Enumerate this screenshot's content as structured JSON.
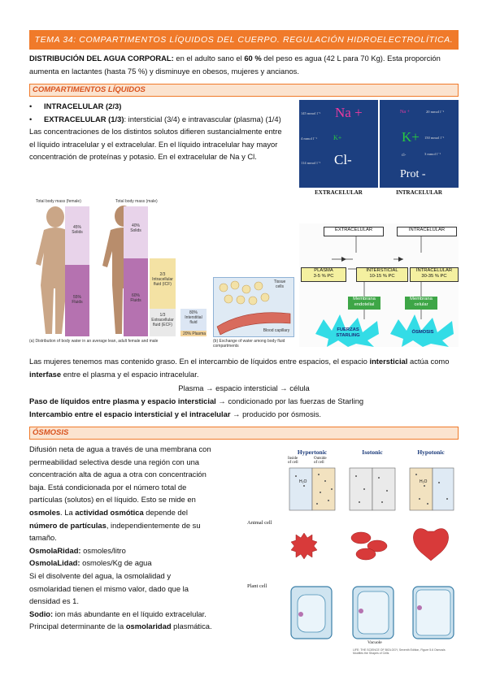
{
  "header": {
    "title": "TEMA 34: COMPARTIMENTOS LÍQUIDOS DEL CUERPO. REGULACIÓN HIDROELECTROLÍTICA."
  },
  "intro": {
    "bold_label": "DISTRIBUCIÓN DEL AGUA CORPORAL:",
    "text_a": " en el adulto sano el ",
    "bold_pct": "60 %",
    "text_b": " del peso es agua (42 L para 70 Kg). Esta proporción aumenta en lactantes (hasta 75 %) y disminuye en obesos, mujeres y ancianos."
  },
  "compartimentos": {
    "heading": "COMPARTIMENTOS LÍQUIDOS",
    "bullet1_bold": "INTRACELULAR (2/3)",
    "bullet2_bold": "EXTRACELULAR (1/3)",
    "bullet2_text": ": intersticial (3/4) e intravascular (plasma) (1/4)",
    "paragraph": "Las concentraciones de los distintos solutos difieren sustancialmente entre el líquido intracelular y el extracelular. En el líquido intracelular hay mayor concentración de proteínas y potasio. En el extracelular de Na y Cl.",
    "after1_a": "Las mujeres tenemos mas contenido graso. En el intercambio de líquidos entre espacios, el espacio ",
    "after1_bold1": "intersticial",
    "after1_b": " actúa como ",
    "after1_bold2": "interfase",
    "after1_c": " entre el plasma y el espacio intracelular.",
    "flow_line": "Plasma →  espacio intersticial → célula",
    "paso_bold": "Paso de líquidos entre plasma y espacio intersticial",
    "paso_text": " → condicionado por las fuerzas de Starling",
    "inter_bold": "Intercambio entre el espacio intersticial y el intracelular",
    "inter_text": " → producido por ósmosis."
  },
  "ions_figure": {
    "na_conc": "145 mmol l⁻¹",
    "na": "Na +",
    "k_conc_left": "4 mmol l⁻¹",
    "k_small": "K+",
    "cl_conc": "114 mmol l⁻¹",
    "cl": "Cl-",
    "na_small": "Na +",
    "na_right_conc": "20 mmol l⁻¹",
    "k": "K+",
    "k_right_conc": "150 mmol l⁻¹",
    "cl_small": "cl-",
    "cl_right_conc": "3 mmol l⁻¹",
    "prot": "Prot -",
    "label_extra": "EXTRACELULAR",
    "label_intra": "INTRACELULAR"
  },
  "body_figure": {
    "female_title": "Total body mass (female)",
    "male_title": "Total body mass (male)",
    "female_solids": "45%\nSolids",
    "female_fluids": "55%\nFluids",
    "male_solids": "40%\nSolids",
    "male_fluids": "60%\nFluids",
    "icf": "2/3\nIntracellular\nfluid (ICF)",
    "ecf": "1/3\nExtracellular\nfluid (ECF)",
    "interstitial": "80%\nInterstitial\nfluid",
    "plasma": "20% Plasma",
    "tissue_cells": "Tissue\ncells",
    "blood_capillary": "Blood capillary",
    "caption_a": "(a) Distribution of body water in an average lean, adult female and male",
    "caption_b": "(b) Exchange of water among body fluid compartments"
  },
  "compartment_diagram": {
    "extracelular": "EXTRACELULAR",
    "intracelular": "INTRACELULAR",
    "plasma": "PLASMA\n3-5 % PC",
    "interstitial": "INTERSTICIAL\n10-15 % PC",
    "intracelular_box": "INTRACELULAR\n30-35 % PC",
    "membrana_endotelial": "Membrana\nendotelial",
    "membrana_celular": "Membrana\ncelular",
    "fuerzas": "FUERZAS\nSTARLING",
    "osmosis": "ÓSMOSIS"
  },
  "osmosis": {
    "heading": "ÓSMOSIS",
    "p1": "Difusión neta de agua a través de una membrana con permeabilidad selectiva desde una región con una concentración alta de agua a otra con concentración baja. Está condicionada por el número total de partículas (solutos) en el líquido. Esto se mide en ",
    "p1_bold": "osmoles",
    "p1_b": ". La ",
    "p1_bold2": "actividad osmótica",
    "p1_c": " depende del ",
    "p1_bold3": "número de partículas",
    "p1_d": ", independientemente de su tamaño.",
    "osmolaridad_label": "OsmolaRidad:",
    "osmolaridad_text": " osmoles/litro",
    "osmolalidad_label": "OsmolaLidad:",
    "osmolalidad_text": " osmoles/Kg de agua",
    "p2": "Si el disolvente del agua, la osmolalidad y osmolaridad tienen el mismo valor, dado que la densidad es 1.",
    "sodio_label": "Sodio:",
    "sodio_text": " ion más abundante en el líquido extracelular. Principal determinante de la ",
    "sodio_bold": "osmolaridad",
    "sodio_end": " plasmática."
  },
  "osmosis_figure": {
    "hypertonic": "Hypertonic",
    "isotonic": "Isotonic",
    "hypotonic": "Hypotonic",
    "inside": "Inside\nof cell",
    "outside": "Outside\nof cell",
    "h2o": "H₂O",
    "animal_cell": "Animal cell",
    "plant_cell": "Plant cell",
    "vacuole": "Vacuole",
    "credit": "LIFE: THE SCIENCE OF BIOLOGY, Seventh Edition, Figure 5.6 Osmosis Modifies the Shapes of Cells"
  }
}
